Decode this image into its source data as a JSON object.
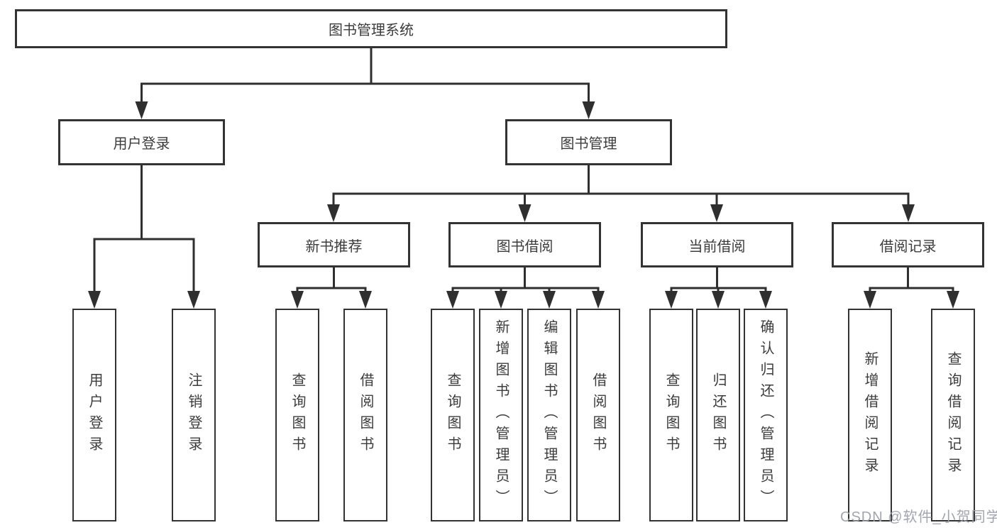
{
  "diagram": {
    "root": {
      "label": "图书管理系统"
    },
    "branches": [
      {
        "label": "用户登录",
        "children": [
          {
            "label": "用户登录"
          },
          {
            "label": "注销登录"
          }
        ]
      },
      {
        "label": "图书管理",
        "children": [
          {
            "label": "新书推荐",
            "children": [
              {
                "label": "查询图书"
              },
              {
                "label": "借阅图书"
              }
            ]
          },
          {
            "label": "图书借阅",
            "children": [
              {
                "label": "查询图书"
              },
              {
                "label": "新增图书（管理员）"
              },
              {
                "label": "编辑图书（管理员）"
              },
              {
                "label": "借阅图书"
              }
            ]
          },
          {
            "label": "当前借阅",
            "children": [
              {
                "label": "查询图书"
              },
              {
                "label": "归还图书"
              },
              {
                "label": "确认归还（管理员）"
              }
            ]
          },
          {
            "label": "借阅记录",
            "children": [
              {
                "label": "新增借阅记录"
              },
              {
                "label": "查询借阅记录"
              }
            ]
          }
        ]
      }
    ]
  },
  "watermark": {
    "text": "CSDN @软件_小贺同学"
  },
  "colors": {
    "line": "#2f2f2f",
    "box_border": "#333333",
    "text": "#3c3c3c",
    "watermark": "#9e9fad",
    "background": "#ffffff"
  }
}
